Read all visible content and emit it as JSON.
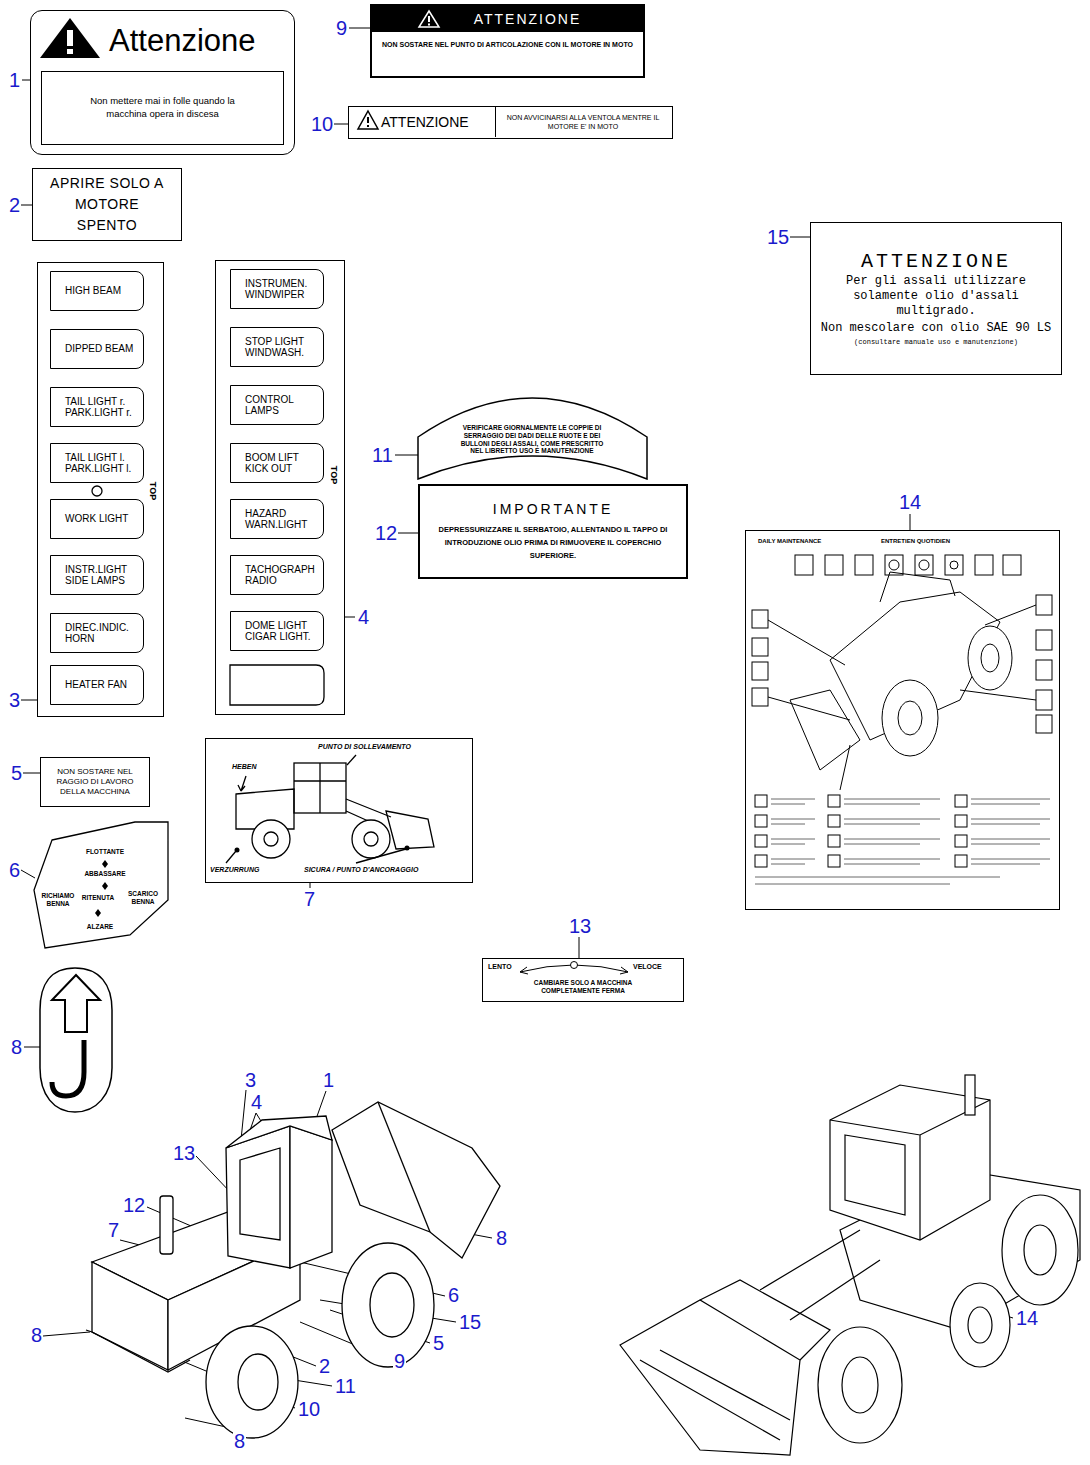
{
  "diagram": {
    "nodes": [
      {
        "text": [
          "Attenzione",
          "Non mettere mai in folle quando la macchina opera in discesa"
        ]
      },
      {
        "text": [
          "ATTENZIONE",
          "NON SOSTARE NEL PUNTO DI ARTICOLAZIONE CON IL MOTORE IN MOTO"
        ]
      },
      {
        "text": [
          "ATTENZIONE",
          "NON AVVICINARSI ALLA VENTOLA MENTRE IL MOTORE E' IN MOTO"
        ]
      },
      {
        "text": [
          "APRIRE SOLO A MOTORE SPENTO"
        ]
      },
      {
        "text": [
          "ATTENZIONE",
          "Per gli assali utilizzare solamente olio d'assali multigrado.",
          "Non mescolare con olio SAE 90 LS",
          "(consultare manuale uso e manutenzione)"
        ]
      },
      {
        "text": [
          "TOP"
        ]
      },
      {
        "text": [
          "HIGH BEAM"
        ],
        "in": 5
      },
      {
        "text": [
          "DIPPED BEAM"
        ],
        "in": 5
      },
      {
        "text": [
          "TAIL LIGHT r. PARK.LIGHT r."
        ],
        "in": 5
      },
      {
        "text": [
          "TAIL LIGHT l. PARK.LIGHT l."
        ],
        "in": 5
      },
      {
        "text": [
          "WORK LIGHT"
        ],
        "in": 5
      },
      {
        "text": [
          "INSTR.LIGHT SIDE LAMPS"
        ],
        "in": 5
      },
      {
        "text": [
          "DIREC.INDIC. HORN"
        ],
        "in": 5
      },
      {
        "text": [
          "HEATER FAN"
        ],
        "in": 5
      },
      {
        "text": [
          "TOP"
        ]
      },
      {
        "text": [
          "INSTRUMEN. WINDWIPER"
        ],
        "in": 14
      },
      {
        "text": [
          "STOP LIGHT WINDWASH."
        ],
        "in": 14
      },
      {
        "text": [
          "CONTROL LAMPS"
        ],
        "in": 14
      },
      {
        "text": [
          "BOOM LIFT KICK OUT"
        ],
        "in": 14
      },
      {
        "text": [
          "HAZARD WARN.LIGHT"
        ],
        "in": 14
      },
      {
        "text": [
          "TACHOGRAPH RADIO"
        ],
        "in": 14
      },
      {
        "text": [
          "DOME LIGHT CIGAR LIGHT."
        ],
        "in": 14
      },
      {
        "text": [
          "VERIFICARE GIORNALMENTE LE COPPIE DI SERRAGGIO DEI DADI DELLE RUOTE E DEI BULLONI DEGLI ASSALI, COME PRESCRITTO NEL LIBRETTO USO E MANUTENZIONE"
        ]
      },
      {
        "text": [
          "IMPORTANTE",
          "DEPRESSURIZZARE IL SERBATOIO, ALLENTANDO IL TAPPO DI INTRODUZIONE OLIO PRIMA DI RIMUOVERE IL COPERCHIO SUPERIORE."
        ]
      },
      {
        "text": [
          "DAILY MAINTENANCE",
          "ENTRETIEN QUOTIDIEN"
        ]
      },
      {
        "text": [
          "NON SOSTARE NEL RAGGIO DI LAVORO DELLA MACCHINA"
        ]
      },
      {
        "text": [
          "FLOTTANTE",
          "ABBASSARE",
          "RICHIAMO BENNA",
          "RITENUTA",
          "SCARICO BENNA",
          "ALZARE"
        ]
      },
      {
        "text": [
          "PUNTO DI SOLLEVAMENTO",
          "HEBEN",
          "VERZURRUNG",
          "SICURA / PUNTO D'ANCORAGGIO"
        ]
      },
      {
        "text": [
          "LENTO",
          "VELOCE",
          "CAMBIARE SOLO A MACCHINA COMPLETAMENTE FERMA"
        ]
      }
    ],
    "labels": [
      "1",
      "9",
      "10",
      "2",
      "15",
      "11",
      "12",
      "14",
      "3",
      "4",
      "5",
      "6",
      "7",
      "13",
      "8",
      "3",
      "4",
      "1",
      "13",
      "12",
      "7",
      "8",
      "6",
      "15",
      "8",
      "5",
      "9",
      "2",
      "11",
      "10",
      "8",
      "14"
    ]
  }
}
